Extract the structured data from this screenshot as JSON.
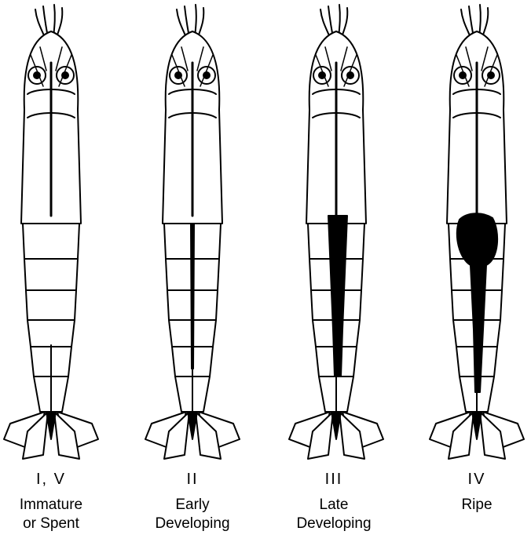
{
  "stages": [
    {
      "numeral": "I, V",
      "label": "Immature\nor Spent",
      "gonad": "none"
    },
    {
      "numeral": "II",
      "label": "Early\nDeveloping",
      "gonad": "thin-line"
    },
    {
      "numeral": "III",
      "label": "Late\nDeveloping",
      "gonad": "band"
    },
    {
      "numeral": "IV",
      "label": "Ripe",
      "gonad": "large-mass"
    }
  ],
  "colors": {
    "ink": "#000000",
    "paper": "#ffffff"
  }
}
